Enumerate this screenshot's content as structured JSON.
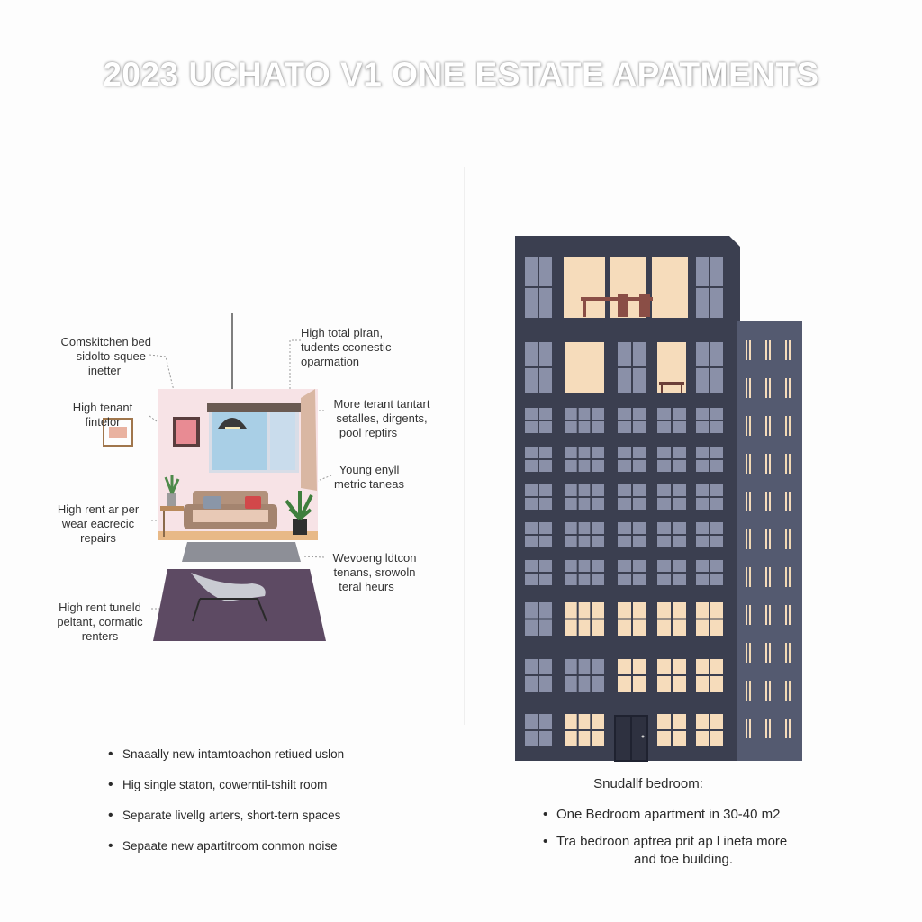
{
  "title": "2023 UCHATO V1 ONE ESTATE APATMENTS",
  "left_panel": {
    "callouts": [
      {
        "id": "c1",
        "lines": [
          "Comskitchen bed",
          "sidolto-squee",
          "inetter"
        ]
      },
      {
        "id": "c2",
        "lines": [
          "High total plran,",
          "tudents cconestic",
          "oparmation"
        ]
      },
      {
        "id": "c3",
        "lines": [
          "High tenant",
          "fintelor"
        ]
      },
      {
        "id": "c4",
        "lines": [
          "More terant tantart",
          "setalles, dirgents,",
          "pool reptirs"
        ]
      },
      {
        "id": "c5",
        "lines": [
          "Young enyll",
          "metric taneas"
        ]
      },
      {
        "id": "c6",
        "lines": [
          "High rent ar per",
          "wear eacrecic",
          "repairs"
        ]
      },
      {
        "id": "c7",
        "lines": [
          "Wevoeng ldtcon",
          "tenans, srowoln",
          "teral heurs"
        ]
      },
      {
        "id": "c8",
        "lines": [
          "High rent tuneld",
          "peltant, cormatic",
          "renters"
        ]
      }
    ],
    "bullets": [
      "Snaaally new intamtoachon retiued uslon",
      "Hig single staton, cowerntil-tshilt room",
      "Separate livellg arters, short-tern spaces",
      "Sepaate new apartitroom conmon noise"
    ]
  },
  "right_panel": {
    "heading": "Snudallf bedroom:",
    "bullets": [
      {
        "line1": "One Bedroom apartment in 30-40 m2",
        "line2": ""
      },
      {
        "line1": "Tra bedroon aptrea prit ap l ineta more",
        "line2": "and toe building."
      }
    ]
  },
  "colors": {
    "building_main": "#3b3f50",
    "building_side": "#545a70",
    "window_dark": "#8a90a8",
    "window_lit": "#f6dcbb",
    "room_wall": "#f7e3e6",
    "rug": "#5d4a63"
  }
}
